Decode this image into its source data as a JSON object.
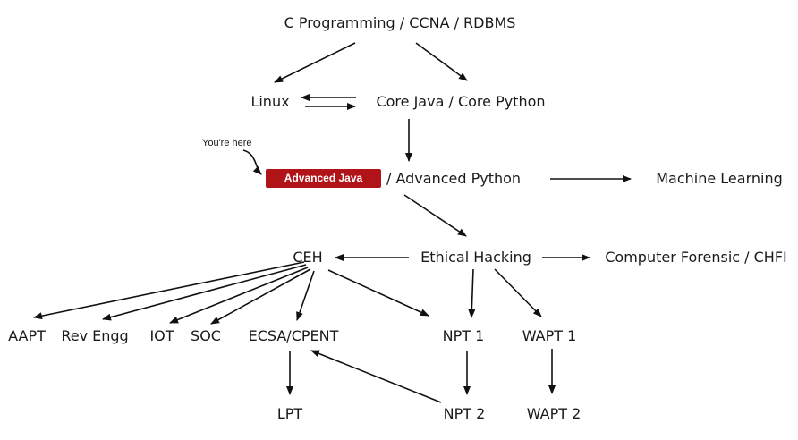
{
  "nodes": {
    "top": "C Programming / CCNA / RDBMS",
    "linux": "Linux",
    "core": "Core Java / Core Python",
    "advanced_python": "/ Advanced Python",
    "ml": "Machine Learning",
    "ceh": "CEH",
    "ethical": "Ethical Hacking",
    "forensic": "Computer Forensic / CHFI",
    "aapt": "AAPT",
    "rev_engg": "Rev Engg",
    "iot": "IOT",
    "soc": "SOC",
    "ecsa": "ECSA/CPENT",
    "npt1": "NPT 1",
    "wapt1": "WAPT 1",
    "lpt": "LPT",
    "npt2": "NPT 2",
    "wapt2": "WAPT 2"
  },
  "current": {
    "badge": "Advanced Java",
    "annotation": "You're here",
    "badge_color": "#b01418"
  }
}
